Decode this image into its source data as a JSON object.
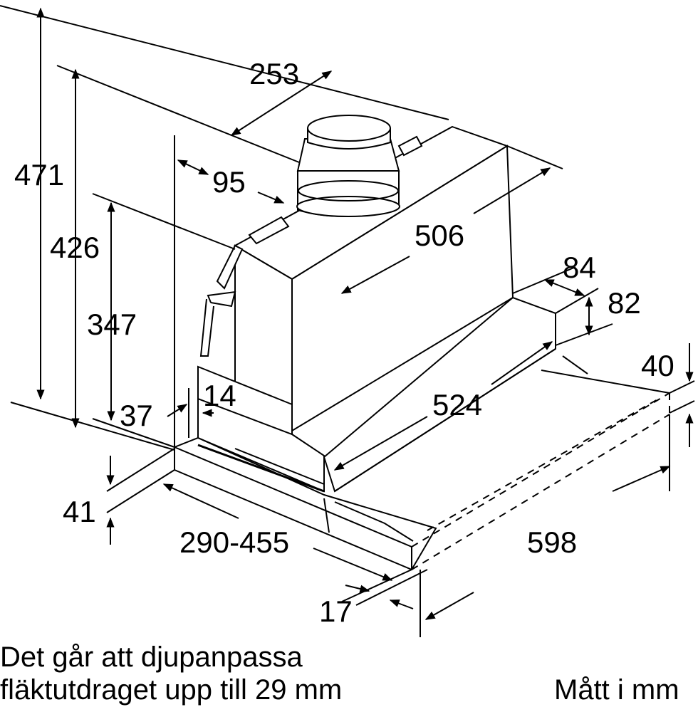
{
  "dimensions": {
    "d471": "471",
    "d426": "426",
    "d347": "347",
    "d253": "253",
    "d95": "95",
    "d506": "506",
    "d84": "84",
    "d82": "82",
    "d40": "40",
    "d14": "14",
    "d37": "37",
    "d524": "524",
    "d41": "41",
    "d290_455": "290-455",
    "d598": "598",
    "d17": "17"
  },
  "notes": {
    "line1": "Det går att djupanpassa",
    "line2": "fläktutdraget upp till 29 mm",
    "units": "Mått i mm"
  }
}
